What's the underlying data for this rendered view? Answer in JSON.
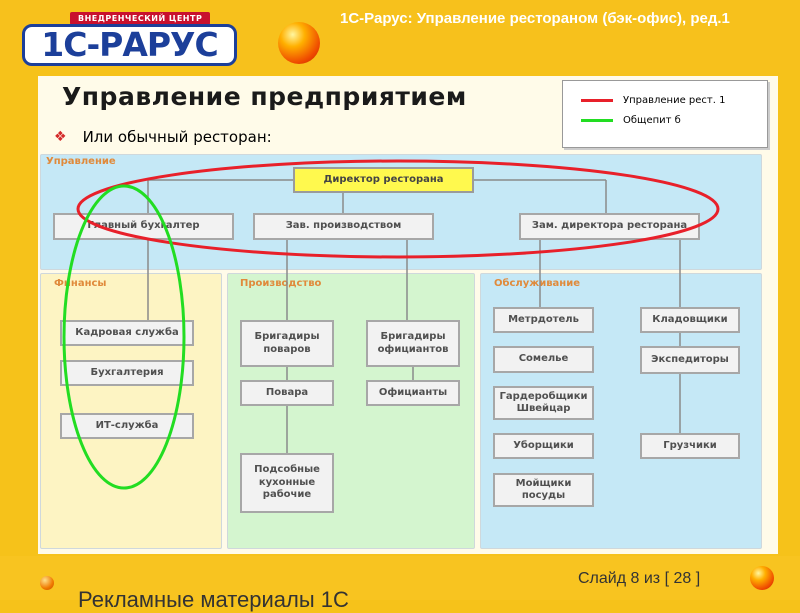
{
  "header": {
    "logo_tag": "ВНЕДРЕНЧЕСКИЙ ЦЕНТР",
    "logo_text": "1С-РАРУС",
    "product_title": "1С-Рарус: Управление рестораном (бэк-офис), ред.1"
  },
  "slide": {
    "title": "Управление предприятием",
    "bullet": "Или обычный ресторан:"
  },
  "legend": {
    "items": [
      {
        "label": "Управление рест. 1",
        "color": "#e8202a"
      },
      {
        "label": "Общепит б",
        "color": "#22dd22"
      }
    ]
  },
  "diagram": {
    "sections": {
      "management": "Управление",
      "finance": "Финансы",
      "production": "Производство",
      "service": "Обслуживание"
    },
    "colors": {
      "management_bg": "#c5e8f6",
      "finance_bg": "#fdf4c3",
      "production_bg": "#d4f5cf",
      "service_bg": "#c5e8f6",
      "director_box": "#fff94e",
      "box_bg": "#f2f2f2",
      "red_outline": "#e8202a",
      "green_outline": "#22dd22",
      "section_label": "#e08a3b"
    },
    "nodes": {
      "director": "Директор ресторана",
      "chief_accountant": "Главный бухгалтер",
      "production_head": "Зав. производством",
      "deputy_director": "Зам. директора ресторана",
      "hr": "Кадровая служба",
      "accounting": "Бухгалтерия",
      "it": "ИТ-служба",
      "cook_brigadiers": "Бригадиры поваров",
      "waiter_brigadiers": "Бригадиры официантов",
      "cooks": "Повара",
      "waiters": "Официанты",
      "kitchen_workers": "Подсобные кухонные рабочие",
      "maitre": "Метрдотель",
      "sommelier": "Сомелье",
      "cloakroom": "Гардеробщики Швейцар",
      "cleaners": "Уборщики",
      "dishwashers": "Мойщики посуды",
      "storekeepers": "Кладовщики",
      "forwarder": "Экспедиторы",
      "loaders": "Грузчики"
    }
  },
  "footer": {
    "slide_counter": "Слайд 8 из [ 28 ]",
    "ad_text": "Рекламные материалы 1С"
  }
}
